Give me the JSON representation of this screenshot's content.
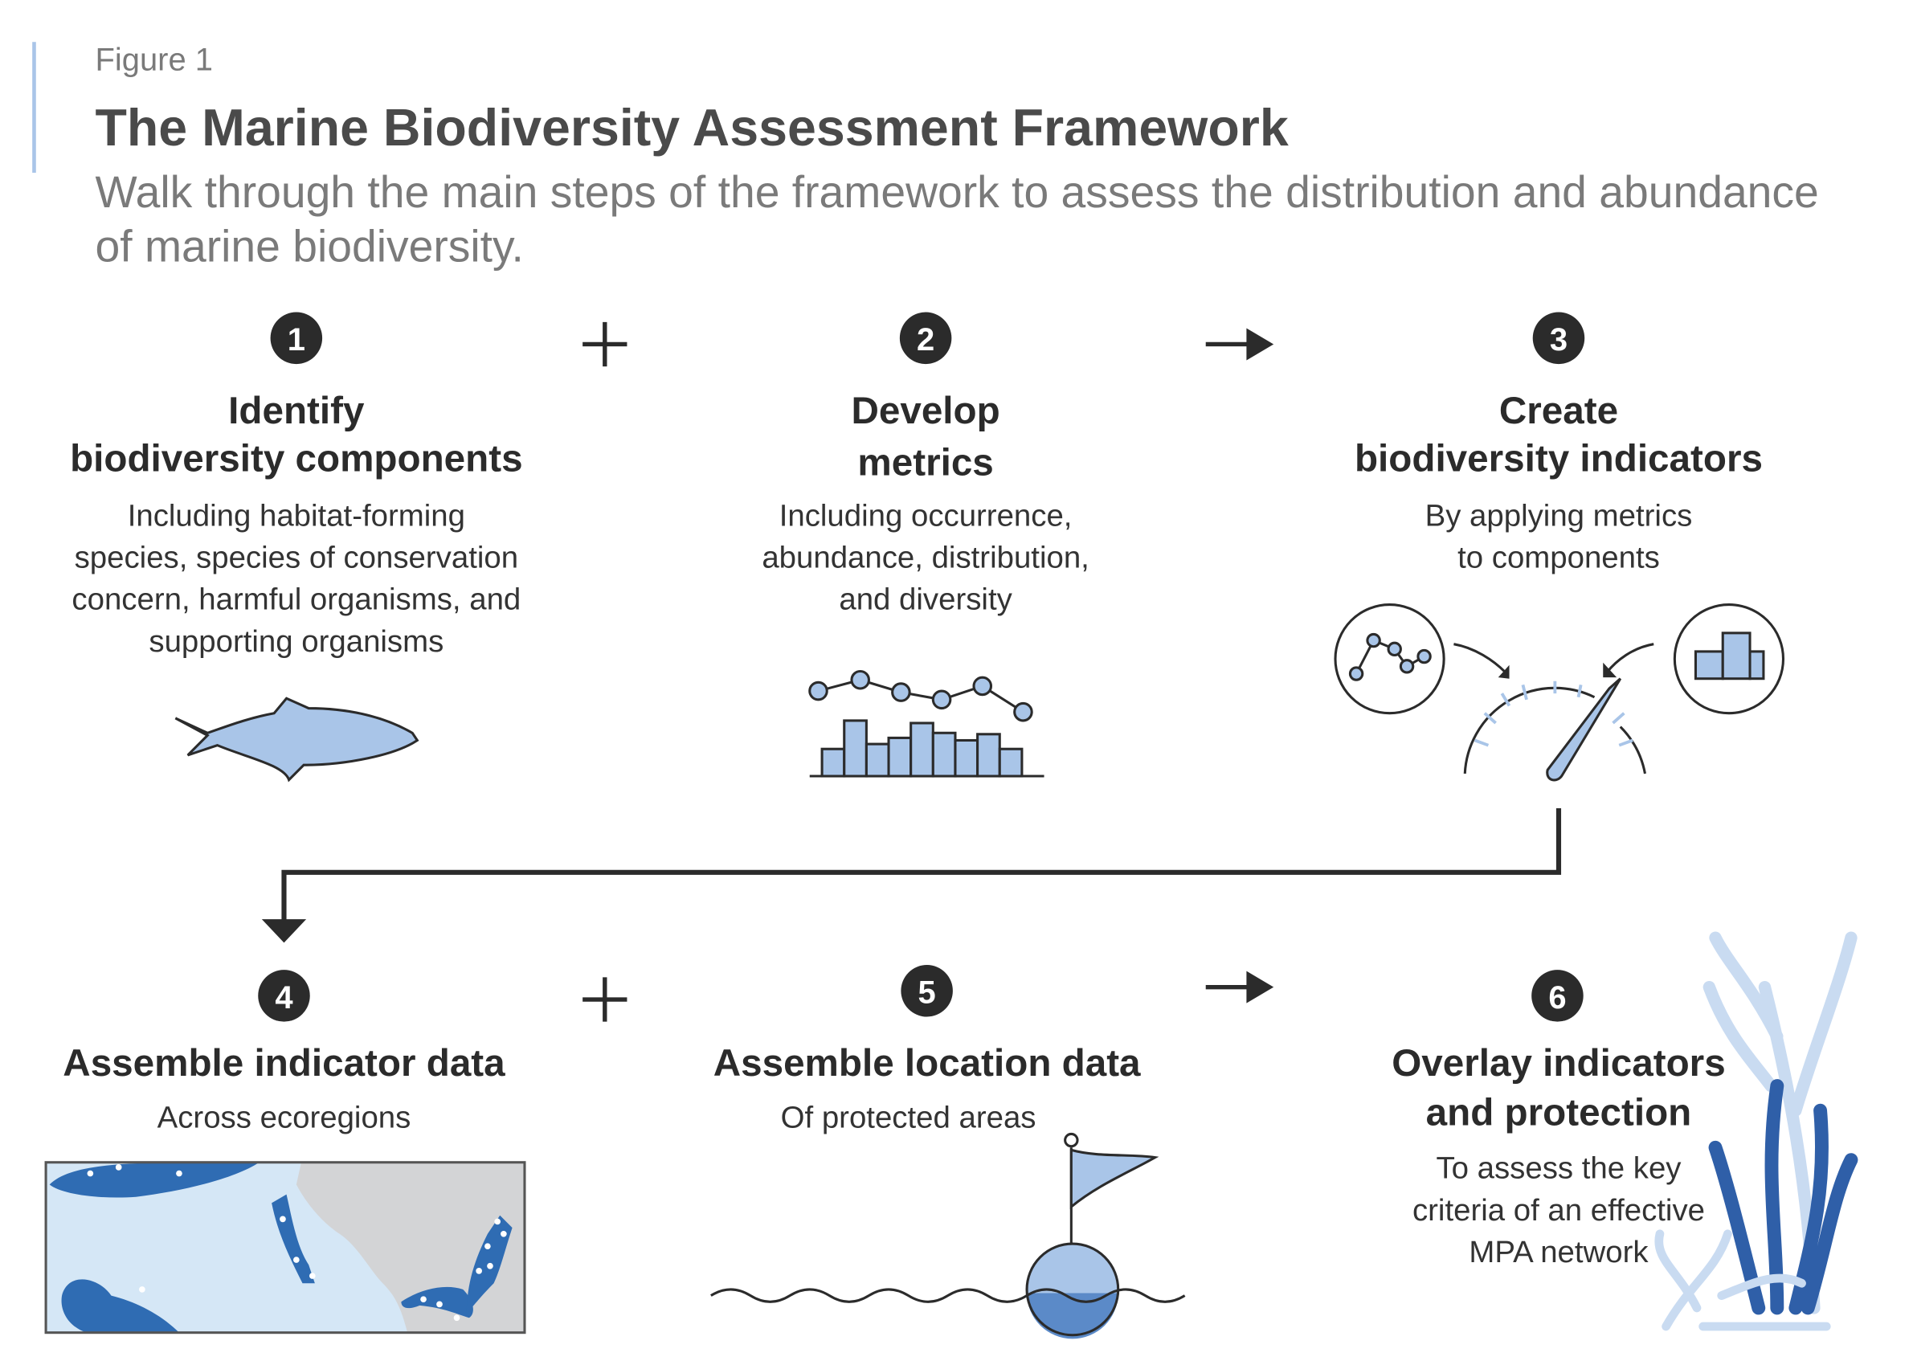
{
  "figure_label": "Figure 1",
  "title": "The Marine Biodiversity Assessment Framework",
  "subtitle_lines": [
    "Walk through the main steps of the framework to assess the distribution and abundance",
    "of marine biodiversity."
  ],
  "colors": {
    "accent_light": "#a9c5e8",
    "accent_dark": "#2f6cb3",
    "ocean": "#d5e7f6",
    "land": "#d3d4d6",
    "ink": "#2b2b2b"
  },
  "steps": [
    {
      "number": "1",
      "title_lines": [
        "Identify",
        "biodiversity components"
      ],
      "desc_lines": [
        "Including habitat-forming",
        "species, species of conservation",
        "concern, harmful organisms, and",
        "supporting organisms"
      ],
      "icon": "fish-icon"
    },
    {
      "number": "2",
      "title_lines": [
        "Develop",
        "metrics"
      ],
      "desc_lines": [
        "Including occurrence,",
        "abundance, distribution,",
        "and diversity"
      ],
      "icon": "metrics-chart-icon"
    },
    {
      "number": "3",
      "title_lines": [
        "Create",
        "biodiversity indicators"
      ],
      "desc_lines": [
        "By applying metrics",
        "to components"
      ],
      "icon": "gauge-icon"
    },
    {
      "number": "4",
      "title_lines": [
        "Assemble indicator data"
      ],
      "desc_lines": [
        "Across ecoregions"
      ],
      "icon": "ecoregion-map-icon"
    },
    {
      "number": "5",
      "title_lines": [
        "Assemble location data"
      ],
      "desc_lines": [
        "Of protected areas"
      ],
      "icon": "buoy-flag-icon"
    },
    {
      "number": "6",
      "title_lines": [
        "Overlay indicators",
        "and protection"
      ],
      "desc_lines": [
        "To assess the key",
        "criteria of an effective",
        "MPA network"
      ],
      "icon": "seaweed-coral-icon"
    }
  ],
  "operators": {
    "plus": "+"
  }
}
